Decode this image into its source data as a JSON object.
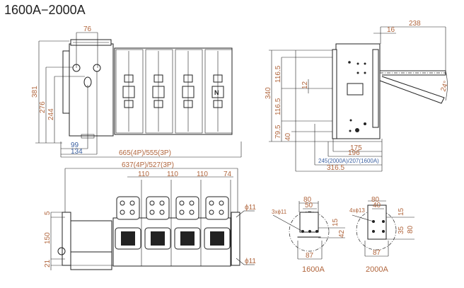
{
  "title": "1600A−2000A",
  "front_view": {
    "dims": {
      "top_width": "76",
      "height_total": "381",
      "height_276": "276",
      "height_244": "244",
      "d99": "99",
      "d134": "134",
      "overall_width": "665(4P)/555(3P)"
    },
    "neutral_label": "N"
  },
  "side_view": {
    "dims": {
      "handle_reach": "238",
      "d16": "16",
      "height": "340",
      "upper_pitch": "116.5",
      "d12": "12",
      "lower_pitch": "116.5",
      "d79_5": "79.5",
      "d40": "40",
      "d175": "175",
      "d196": "196",
      "d245": "245(2000A)/207(1600A)",
      "d316_5": "316.5",
      "angle": "24°"
    }
  },
  "bottom_view": {
    "dims": {
      "mount_width": "637(4P)/527(3P)",
      "pitches": [
        "110",
        "110",
        "110",
        "74"
      ],
      "d5": "5",
      "d150": "150",
      "d21": "21",
      "hole_top": "ϕ11",
      "hole_bottom": "ϕ11"
    }
  },
  "terminal_details": [
    {
      "caption": "1600A",
      "width": "80",
      "pitch": "50",
      "holes": "3xϕ11",
      "d15": "15",
      "d42": "42",
      "base": "87"
    },
    {
      "caption": "2000A",
      "width": "80",
      "pitch": "40",
      "holes": "4xϕ13",
      "d15": "15",
      "d35": "35",
      "d80": "80",
      "base": "87"
    }
  ]
}
